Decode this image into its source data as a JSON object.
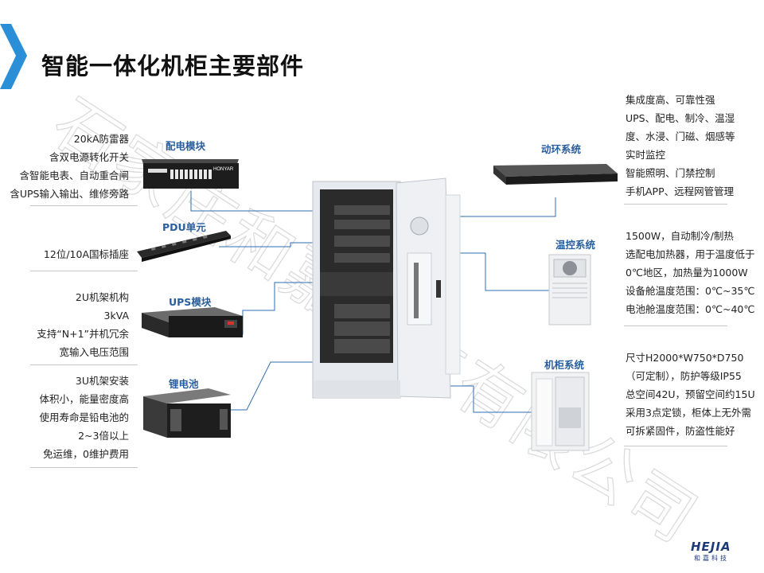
{
  "title": "智能一体化机柜主要部件",
  "colors": {
    "accent": "#2a8fd6",
    "label": "#2a5f9e",
    "line": "#2f6fb5"
  },
  "left": [
    {
      "label": "配电模块",
      "lines": [
        "20kA防雷器",
        "含双电源转化开关",
        "含智能电表、自动重合闸",
        "含UPS输入输出、维修旁路"
      ]
    },
    {
      "label": "PDU单元",
      "lines": [
        "12位/10A国标插座"
      ]
    },
    {
      "label": "UPS模块",
      "lines": [
        "2U机架机构",
        "3kVA",
        "支持“N+1”并机冗余",
        "宽输入电压范围"
      ]
    },
    {
      "label": "锂电池",
      "lines": [
        "3U机架安装",
        "体积小，能量密度高",
        "使用寿命是铅电池的",
        "2~3倍以上",
        "免运维，0维护费用"
      ]
    }
  ],
  "right": [
    {
      "label": "动环系统",
      "lines": [
        "集成度高、可靠性强",
        "UPS、配电、制冷、温湿",
        "度、水浸、门磁、烟感等",
        "实时监控",
        "智能照明、门禁控制",
        "手机APP、远程网管管理"
      ]
    },
    {
      "label": "温控系统",
      "lines": [
        "1500W，自动制冷/制热",
        "选配电加热器，用于温度低于",
        "0℃地区，加热量为1000W",
        "设备舱温度范围：0℃~35℃",
        "电池舱温度范围：0℃~40℃"
      ]
    },
    {
      "label": "机柜系统",
      "lines": [
        "尺寸H2000*W750*D750",
        "（可定制），防护等级IP55",
        "总空间42U，预留空间约15U",
        "采用3点定锁，柜体上无外需",
        "可拆紧固件，防盗性能好"
      ]
    }
  ],
  "panel_brand": "HONYAR",
  "watermark": "石家庄和嘉科技有限公司",
  "logo": {
    "en": "HEJIA",
    "cn": "和嘉科技"
  }
}
